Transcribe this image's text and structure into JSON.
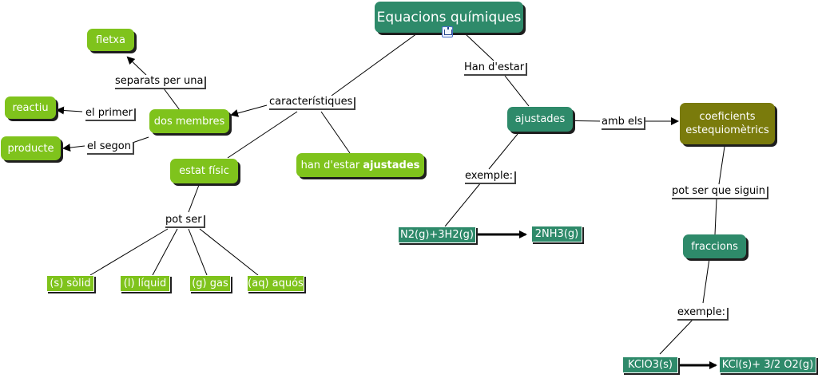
{
  "title": "Equacions químiques",
  "nodes": {
    "fletxa": "fletxa",
    "reactiu": "reactiu",
    "producte": "producte",
    "dos_membres": "dos membres",
    "estat_fisic": "estat físic",
    "han_destar_prefix": "han d'estar",
    "han_destar_bold": "ajustades",
    "solid": "(s) sòlid",
    "liquid": "(l) líquid",
    "gas": "(g) gas",
    "aquos": "(aq) aquós",
    "ajustades": "ajustades",
    "coeficients_line1": "coeficients",
    "coeficients_line2": "estequiomètrics",
    "n2_eq": "N2(g)+3H2(g)",
    "nh3": "2NH3(g)",
    "fraccions": "fraccions",
    "kclo3": "KClO3(s)",
    "kcl": "KCl(s)+ 3/2 O2(g)"
  },
  "links": {
    "caracteristiques": "característiques",
    "separats": "separats per una",
    "el_primer": "el primer",
    "el_segon": "el segon",
    "pot_ser": "pot ser",
    "han_destar": "Han d'estar",
    "amb_els": "amb els",
    "exemple1": "exemple:",
    "pot_ser_que_siguin": "pot ser que siguin",
    "exemple2": "exemple:"
  },
  "colors": {
    "green": "#7fc31c",
    "teal": "#2e8a6a",
    "olive": "#7a7b0c"
  }
}
